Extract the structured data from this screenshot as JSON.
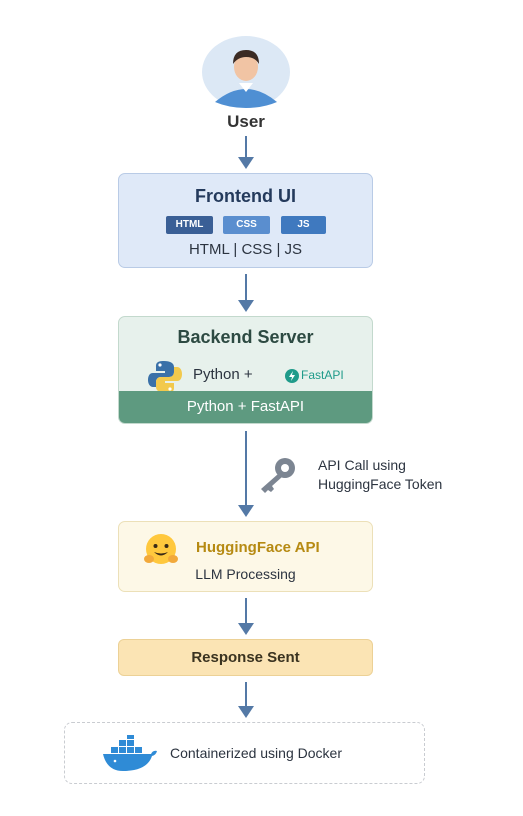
{
  "colors": {
    "arrow": "#5479a6",
    "frontend_bg": "#dfe9f8",
    "backend_bg": "#e7f1ec",
    "backend_bar": "#5e9a80",
    "huggingface_bg": "#fdf8e7",
    "huggingface_title": "#b68a12",
    "response_bg": "#fbe4b4",
    "docker_blue": "#2f8bd6"
  },
  "user": {
    "label": "User",
    "icon": "user-avatar-icon"
  },
  "frontend": {
    "title": "Frontend UI",
    "tags": [
      "HTML",
      "CSS",
      "JS"
    ],
    "subtitle": "HTML | CSS | JS"
  },
  "backend": {
    "title": "Backend Server",
    "python_text": "Python +",
    "fastapi_text": "FastAPI",
    "bar_text": "Python + FastAPI",
    "icons": [
      "python-logo-icon",
      "fastapi-icon"
    ]
  },
  "api_call": {
    "line1": "API Call using",
    "line2": "HuggingFace Token",
    "icon": "key-icon"
  },
  "huggingface": {
    "title": "HuggingFace API",
    "subtitle": "LLM Processing",
    "icon": "huggingface-emoji-icon"
  },
  "response": {
    "label": "Response Sent"
  },
  "docker": {
    "label": "Containerized using Docker",
    "icon": "docker-whale-icon"
  }
}
